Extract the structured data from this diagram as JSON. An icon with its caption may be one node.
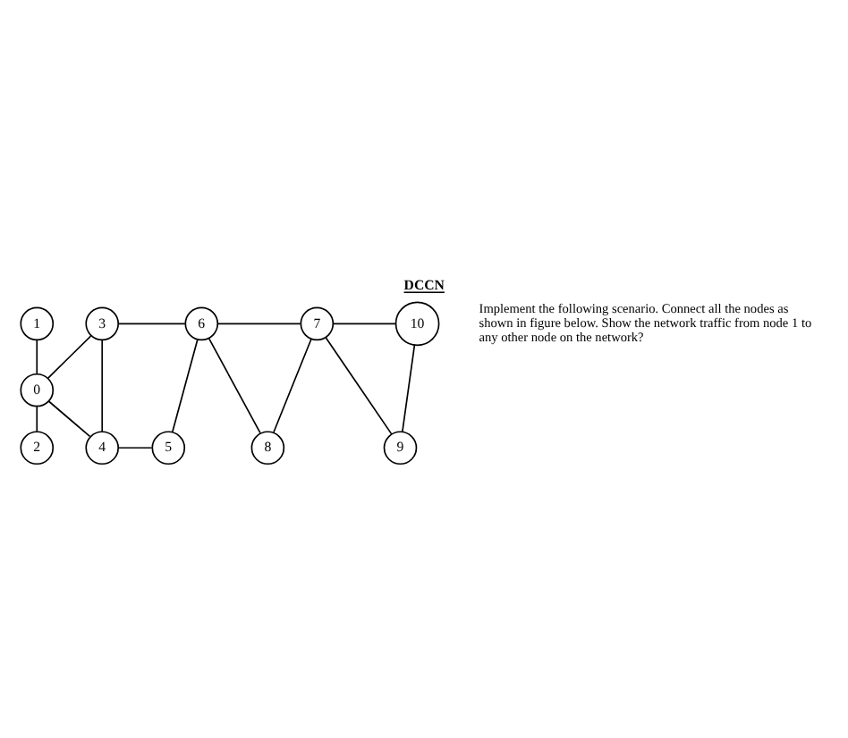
{
  "diagram": {
    "title": "DCCN",
    "nodes": [
      {
        "text": [
          "1"
        ]
      },
      {
        "text": [
          "3"
        ]
      },
      {
        "text": [
          "6"
        ]
      },
      {
        "text": [
          "7"
        ]
      },
      {
        "text": [
          "10"
        ]
      },
      {
        "text": [
          "0"
        ]
      },
      {
        "text": [
          "2"
        ]
      },
      {
        "text": [
          "4"
        ]
      },
      {
        "text": [
          "5"
        ]
      },
      {
        "text": [
          "8"
        ]
      },
      {
        "text": [
          "9"
        ]
      }
    ],
    "edges": [
      {
        "from": 0,
        "to": 5,
        "arrow": "none"
      },
      {
        "from": 5,
        "to": 6,
        "arrow": "none"
      },
      {
        "from": 5,
        "to": 1,
        "arrow": "none"
      },
      {
        "from": 5,
        "to": 7,
        "arrow": "none"
      },
      {
        "from": 1,
        "to": 2,
        "arrow": "none"
      },
      {
        "from": 1,
        "to": 7,
        "arrow": "none"
      },
      {
        "from": 2,
        "to": 3,
        "arrow": "none"
      },
      {
        "from": 3,
        "to": 4,
        "arrow": "none"
      },
      {
        "from": 2,
        "to": 8,
        "arrow": "none"
      },
      {
        "from": 2,
        "to": 9,
        "arrow": "none"
      },
      {
        "from": 3,
        "to": 9,
        "arrow": "none"
      },
      {
        "from": 3,
        "to": 10,
        "arrow": "none"
      },
      {
        "from": 4,
        "to": 10,
        "arrow": "none"
      },
      {
        "from": 7,
        "to": 8,
        "arrow": "none"
      }
    ],
    "labels": [
      "Implement the following scenario. Connect all the nodes as shown in figure below. Show the network traffic from node 1 to any other node on the network?"
    ]
  }
}
